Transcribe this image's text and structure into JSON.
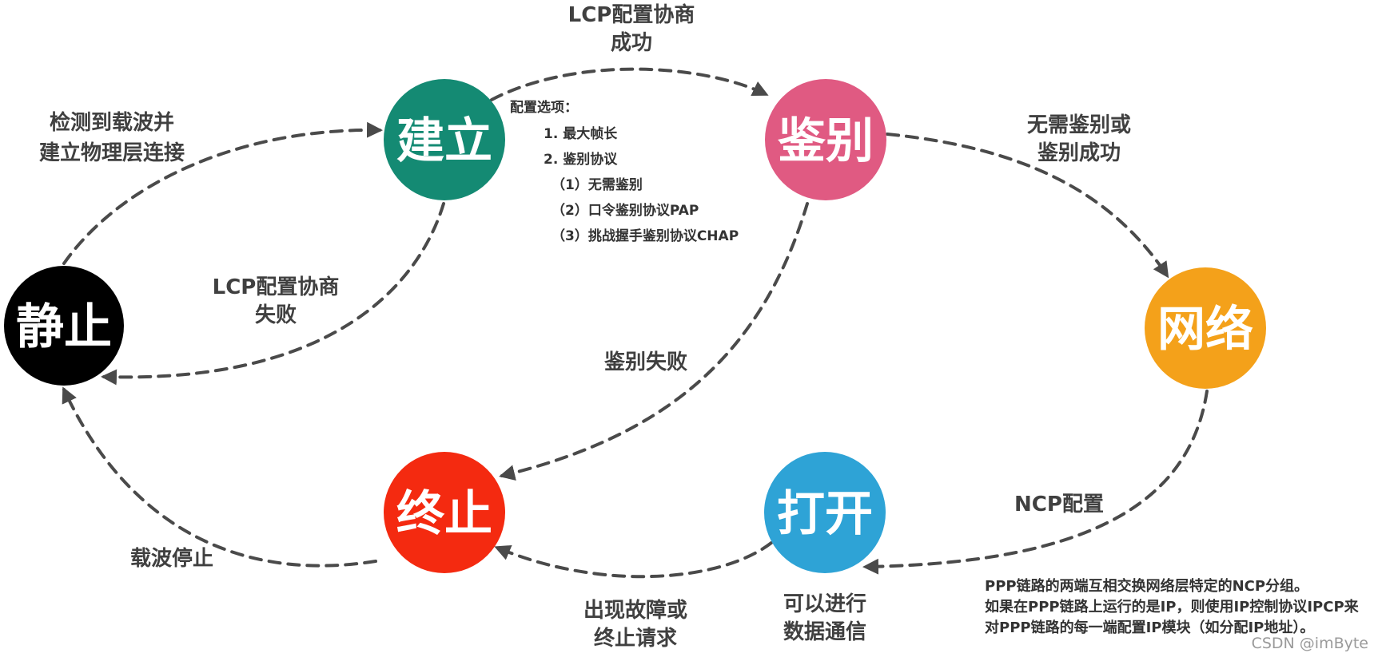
{
  "colors": {
    "static": "#000000",
    "establish": "#148a73",
    "auth": "#e05a82",
    "network": "#f4a11a",
    "open": "#2ea3d6",
    "terminate": "#f42a10",
    "arrow": "#4a4a4a"
  },
  "states": {
    "static": "静止",
    "establish": "建立",
    "auth": "鉴别",
    "network": "网络",
    "open": "打开",
    "terminate": "终止"
  },
  "edges": {
    "static_to_establish": [
      "检测到载波并",
      "建立物理层连接"
    ],
    "establish_to_auth": [
      "LCP配置协商",
      "成功"
    ],
    "establish_to_static": [
      "LCP配置协商",
      "失败"
    ],
    "auth_to_network": [
      "无需鉴别或",
      "鉴别成功"
    ],
    "auth_to_terminate": [
      "鉴别失败"
    ],
    "network_to_open": [
      "NCP配置"
    ],
    "open_to_terminate": [
      "出现故障或",
      "终止请求"
    ],
    "open_note": [
      "可以进行",
      "数据通信"
    ],
    "terminate_to_static": [
      "载波停止"
    ]
  },
  "config_options": {
    "title": "配置选项：",
    "items": [
      "1. 最大帧长",
      "2. 鉴别协议",
      "（1）无需鉴别",
      "（2）口令鉴别协议PAP",
      "（3）挑战握手鉴别协议CHAP"
    ]
  },
  "ncp_note": [
    "PPP链路的两端互相交换网络层特定的NCP分组。",
    "如果在PPP链路上运行的是IP，则使用IP控制协议IPCP来",
    "对PPP链路的每一端配置IP模块（如分配IP地址）。"
  ],
  "watermark": "CSDN @imByte"
}
